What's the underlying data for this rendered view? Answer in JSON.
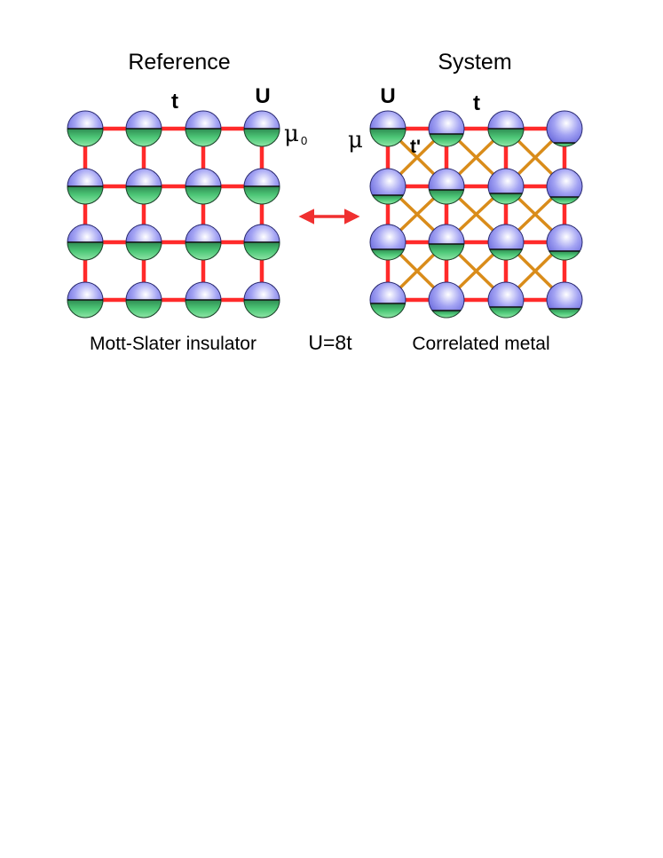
{
  "reference": {
    "title": "Reference",
    "hopping_label": "t",
    "interaction_label": "U",
    "chemical_potential_label": "μ",
    "chemical_potential_subscript": "0",
    "caption": "Mott-Slater insulator",
    "filling_levels": [
      [
        0.5,
        0.5,
        0.5,
        0.5
      ],
      [
        0.5,
        0.5,
        0.5,
        0.5
      ],
      [
        0.5,
        0.5,
        0.5,
        0.5
      ],
      [
        0.5,
        0.5,
        0.5,
        0.5
      ]
    ]
  },
  "system": {
    "title": "System",
    "hopping_label": "t",
    "interaction_label": "U",
    "chemical_potential_label": "μ",
    "next_hopping_label": "t'",
    "caption": "Correlated metal",
    "filling_levels": [
      [
        0.5,
        0.35,
        0.5,
        0.1
      ],
      [
        0.25,
        0.4,
        0.3,
        0.2
      ],
      [
        0.3,
        0.45,
        0.3,
        0.25
      ],
      [
        0.4,
        0.2,
        0.3,
        0.25
      ]
    ]
  },
  "center_label": "U=8t",
  "colors": {
    "bond_nn": "#ff2a2a",
    "bond_nnn": "#d98c1a",
    "sphere_top": "#7f7fe8",
    "sphere_fill": "#3fb86b",
    "arrow": "#f03030"
  }
}
